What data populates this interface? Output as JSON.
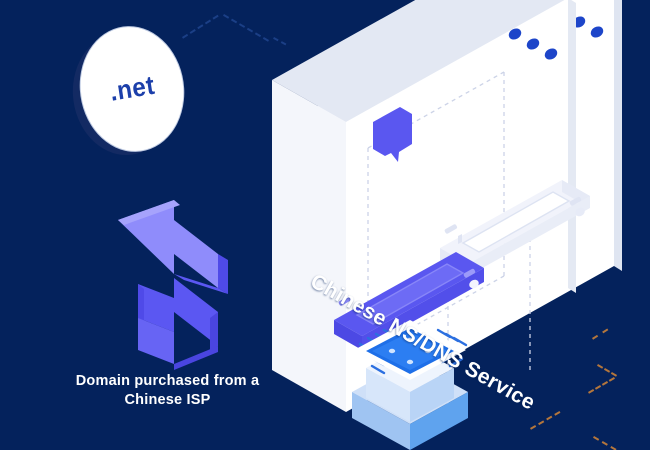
{
  "illustration": {
    "title": "Domain and DNS routing isometric illustration",
    "background_color": "#04225c",
    "accent_purple": "#5a57f0",
    "accent_blue": "#1d45c9",
    "chip_blue": "#1e6fe8",
    "panel_white": "#ffffff",
    "titlebar_grey": "#e3e8f3",
    "dashed_navy": "#1b3f86",
    "dashed_orange": "#b4763c"
  },
  "domain_badge": {
    "name": "net-domain-disc",
    "label": ".net",
    "text_color": "#1c3faa",
    "face_color": "#ffffff"
  },
  "labels": {
    "isp_line1": "Domain purchased from a",
    "isp_line2": "Chinese ISP",
    "dns_service": "Chinese NS/DNS Service"
  },
  "browser_windows": [
    {
      "name": "background-browser-window",
      "dot_count": 3,
      "dot_color": "#1d45c9",
      "titlebar_color": "#e3e8f3",
      "body_color": "#ffffff"
    },
    {
      "name": "foreground-browser-window",
      "dot_count": 3,
      "dot_color": "#1d45c9",
      "titlebar_color": "#e3e8f3",
      "body_color": "#ffffff"
    }
  ],
  "search_bars": [
    {
      "name": "light-address-bar",
      "style": "light",
      "fill": "#f2f4fb",
      "pill_fill": "#ffffff"
    },
    {
      "name": "purple-address-bar",
      "style": "purple",
      "fill": "#5a57f0",
      "pill_fill": "#6d6bf5"
    }
  ],
  "chat_bubble": {
    "name": "chat-bubble-icon",
    "color": "#5a57f0"
  },
  "transfer_arrows": {
    "name": "bidirectional-transfer-arrows",
    "top_arrow_direction": "up-left",
    "bottom_arrow_direction": "down-right",
    "face_color": "#8f8cfb",
    "side_color": "#5b57f2",
    "shade_color": "#4f4ae8"
  },
  "cpu_chip": {
    "name": "cpu-chip-icon",
    "top_color": "#1e6fe8",
    "glow_color": "#ffffff",
    "pedestal_color": "#dfeafb",
    "pin_color": "#2b6fe0",
    "dot_count": 4
  },
  "decor": {
    "dashed_navy_segments": 3,
    "dashed_orange_segments": 4
  }
}
